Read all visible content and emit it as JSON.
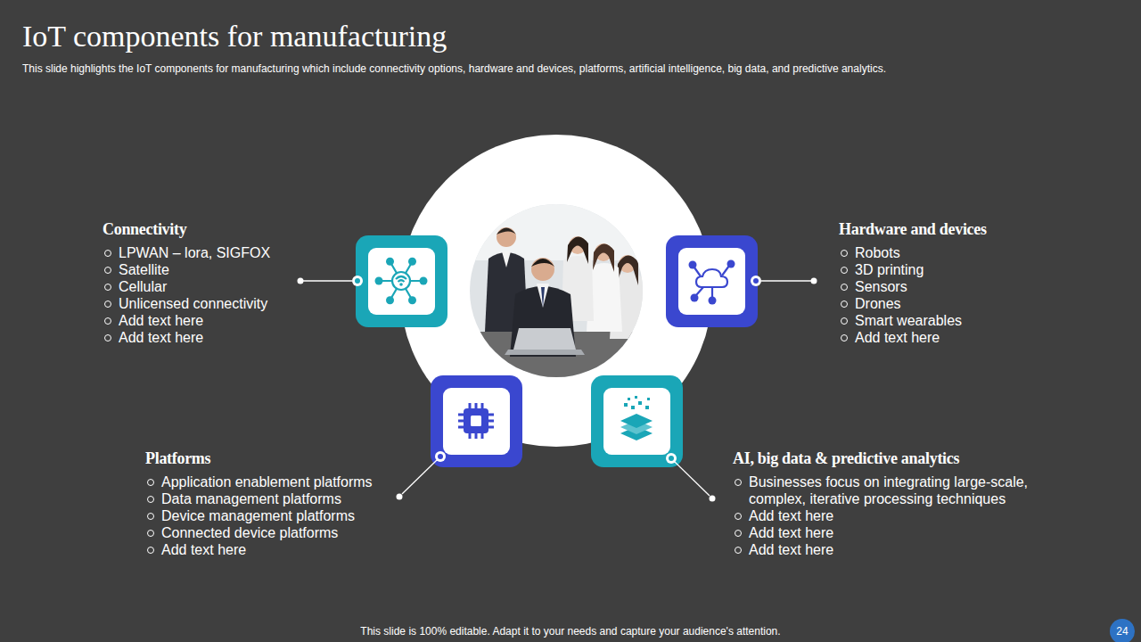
{
  "diagram": {
    "title": "IoT components for manufacturing",
    "nodes": [
      {
        "text": [
          "Connectivity",
          "LPWAN – lora, SIGFOX",
          "Satellite",
          "Cellular",
          "Unlicensed connectivity",
          "Add text here",
          "Add text here"
        ]
      },
      {
        "text": [
          "Hardware and devices",
          "Robots",
          "3D printing",
          "Sensors",
          "Drones",
          "Smart wearables",
          "Add text here"
        ]
      },
      {
        "text": [
          "Platforms",
          "Application enablement platforms",
          "Data management platforms",
          "Device management platforms",
          "Connected device platforms",
          "Add text here"
        ]
      },
      {
        "text": [
          "AI, big data & predictive analytics",
          "Businesses focus on integrating large-scale, complex, iterative processing techniques",
          "Add text here",
          "Add text here",
          "Add text here"
        ]
      },
      {
        "text": [
          "24"
        ]
      }
    ],
    "labels": [
      "This slide highlights the IoT components for manufacturing which include connectivity options, hardware and devices, platforms, artificial intelligence, big data, and predictive analytics.",
      "This slide is 100% editable. Adapt it to your needs and capture your audience's attention."
    ]
  }
}
